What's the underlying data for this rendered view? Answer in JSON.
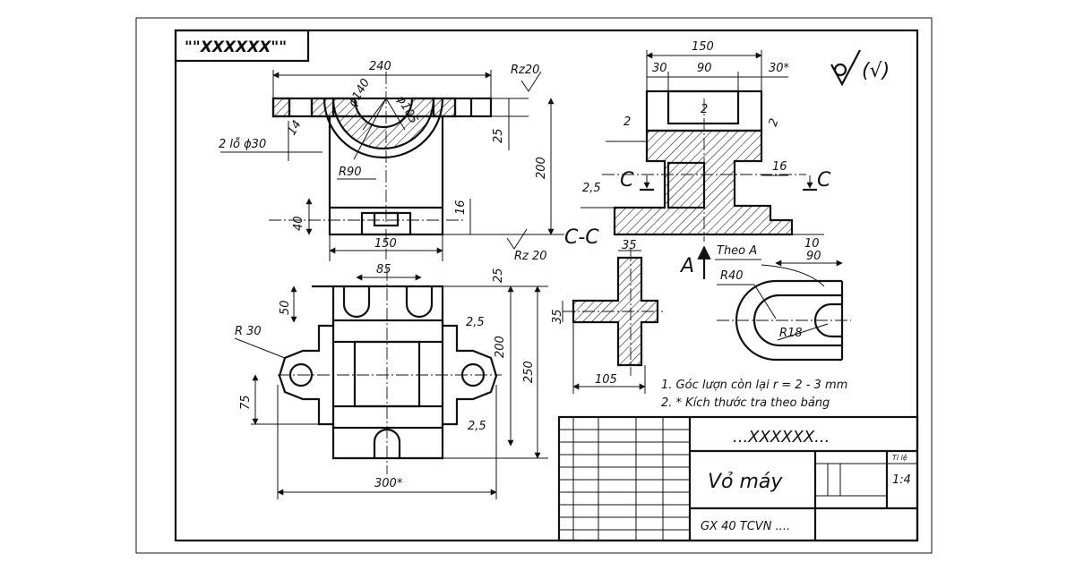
{
  "stamp_top": "\"\"XXXXXX\"\"",
  "roughness": {
    "main": "Rz20",
    "bottom": "Rz 20",
    "symbol": "(√)"
  },
  "dimensions": {
    "d240": "240",
    "hole": "2 lỗ ϕ30",
    "d14": "14",
    "phi140": "ϕ140",
    "phi105": "ϕ105",
    "r90": "R90",
    "d25": "25",
    "d200": "200",
    "d40": "40",
    "d16": "16",
    "d150": "150",
    "top150": "150",
    "d30a": "30",
    "d90": "90",
    "d30b": "30*",
    "s2a": "2",
    "s2b": "2",
    "s2c": "2",
    "s25": "2,5",
    "r16": "16",
    "r10": "10",
    "d85": "85",
    "d25v": "25",
    "d50": "50",
    "r30": "R 30",
    "s25b": "2,5",
    "s25c": "2,5",
    "d200b": "200",
    "d250": "250",
    "d75": "75",
    "d300": "300*",
    "d35a": "35",
    "d35b": "35",
    "d105": "105",
    "d90b": "90",
    "r40": "R40",
    "r18": "R18"
  },
  "views": {
    "section": "C-C",
    "cut_c": "C",
    "arrow_a": "A",
    "theo_a": "Theo A"
  },
  "notes": [
    "1. Góc lượn còn lại r = 2 - 3 mm",
    "2. * Kích thước tra theo bảng"
  ],
  "title_block": {
    "code": "...XXXXXX...",
    "title": "Vỏ máy",
    "standard": "GX 40 TCVN ....",
    "scale_label": "Tỉ lệ",
    "scale": "1:4"
  }
}
